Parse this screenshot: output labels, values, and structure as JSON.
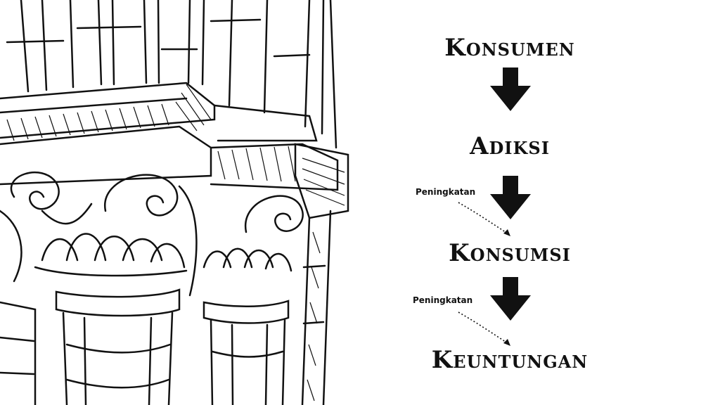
{
  "steps": [
    {
      "label": "Konsumen"
    },
    {
      "label": "Adiksi"
    },
    {
      "label": "Konsumsi"
    },
    {
      "label": "Keuntungan"
    }
  ],
  "annotations": [
    {
      "label": "Peningkatan"
    },
    {
      "label": "Peningkatan"
    }
  ],
  "colors": {
    "ink": "#111111",
    "background": "#ffffff"
  },
  "icons": {
    "flow_arrow": "down-arrow-icon",
    "illustration": "corinthian-column-capital-sketch"
  }
}
